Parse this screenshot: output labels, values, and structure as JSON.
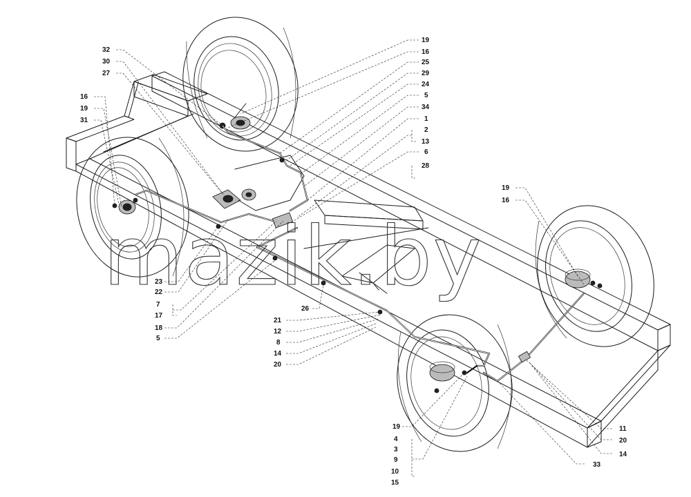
{
  "watermark": "mazik.by",
  "callouts": {
    "c32": "32",
    "c30": "30",
    "c27": "27",
    "c16a": "16",
    "c19a": "19",
    "c31": "31",
    "c19b": "19",
    "c16b": "16",
    "c25": "25",
    "c29": "29",
    "c24": "24",
    "c5a": "5",
    "c34": "34",
    "c1": "1",
    "c2": "2",
    "c13": "13",
    "c6": "6",
    "c28": "28",
    "c19c": "19",
    "c16c": "16",
    "c23": "23",
    "c22": "22",
    "c7": "7",
    "c17": "17",
    "c18": "18",
    "c5b": "5",
    "c26": "26",
    "c21": "21",
    "c12": "12",
    "c8": "8",
    "c14a": "14",
    "c20a": "20",
    "c19d": "19",
    "c4": "4",
    "c3": "3",
    "c9": "9",
    "c10": "10",
    "c15": "15",
    "c11": "11",
    "c20b": "20",
    "c14b": "14",
    "c33": "33"
  }
}
